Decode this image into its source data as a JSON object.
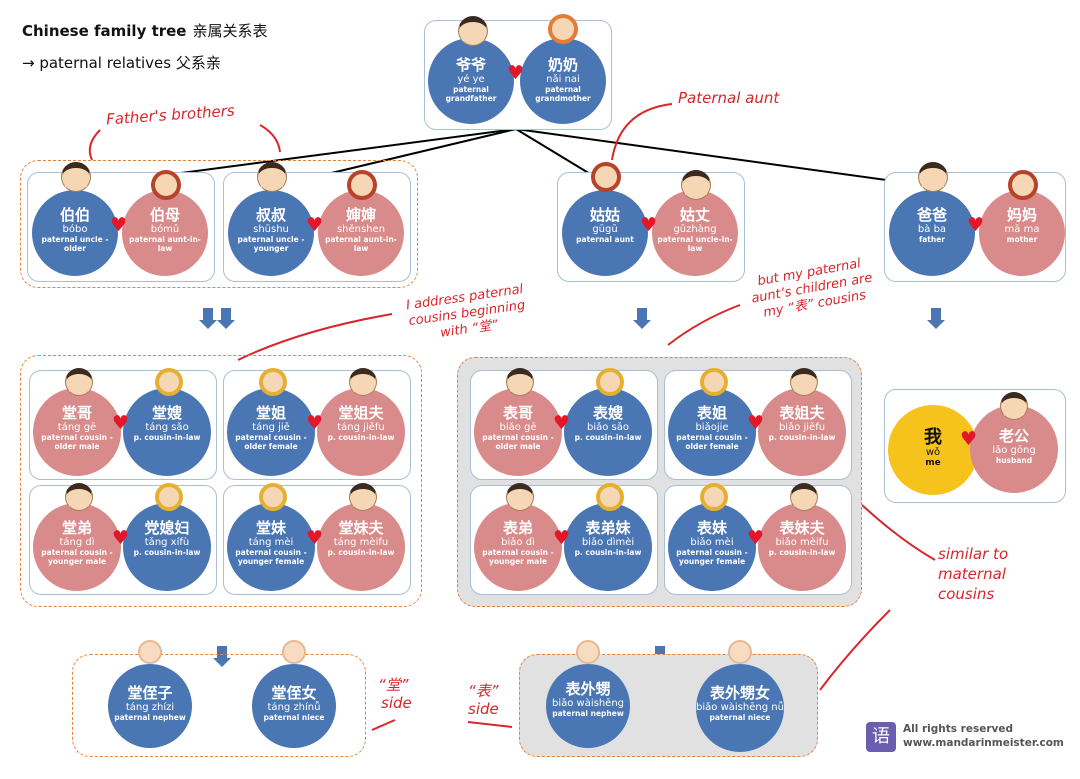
{
  "header": {
    "title": "Chinese family tree",
    "title_zh": "亲属关系表",
    "subtitle": "→ paternal relatives 父系亲"
  },
  "grandparents": {
    "left": {
      "zh": "爷爷",
      "py": "yé ye",
      "en": "paternal grandfather"
    },
    "right": {
      "zh": "奶奶",
      "py": "nǎi nai",
      "en": "paternal grandmother"
    }
  },
  "gen1": [
    {
      "left": {
        "zh": "伯伯",
        "py": "bóbo",
        "en": "paternal uncle -older"
      },
      "right": {
        "zh": "伯母",
        "py": "bómǔ",
        "en": "paternal aunt-in-law"
      }
    },
    {
      "left": {
        "zh": "叔叔",
        "py": "shūshu",
        "en": "paternal uncle -younger"
      },
      "right": {
        "zh": "婶婶",
        "py": "shěnshen",
        "en": "paternal aunt-in-law"
      }
    },
    {
      "left": {
        "zh": "姑姑",
        "py": "gūgū",
        "en": "paternal aunt"
      },
      "right": {
        "zh": "姑丈",
        "py": "gūzhàng",
        "en": "paternal uncle-in-law"
      }
    },
    {
      "left": {
        "zh": "爸爸",
        "py": "bà ba",
        "en": "father"
      },
      "right": {
        "zh": "妈妈",
        "py": "mā ma",
        "en": "mother"
      }
    }
  ],
  "tang_cousins": [
    {
      "left": {
        "zh": "堂哥",
        "py": "táng gē",
        "en": "paternal cousin -older male"
      },
      "right": {
        "zh": "堂嫂",
        "py": "táng sǎo",
        "en": "p. cousin-in-law"
      }
    },
    {
      "left": {
        "zh": "堂姐",
        "py": "táng jiě",
        "en": "paternal cousin -older female"
      },
      "right": {
        "zh": "堂姐夫",
        "py": "táng jiěfu",
        "en": "p. cousin-in-law"
      }
    },
    {
      "left": {
        "zh": "堂弟",
        "py": "táng dì",
        "en": "paternal cousin -younger male"
      },
      "right": {
        "zh": "党媳妇",
        "py": "tǎng xífù",
        "en": "p. cousin-in-law"
      }
    },
    {
      "left": {
        "zh": "堂妹",
        "py": "táng mèi",
        "en": "paternal cousin -younger female"
      },
      "right": {
        "zh": "堂妹夫",
        "py": "táng mèifu",
        "en": "p. cousin-in-law"
      }
    }
  ],
  "biao_cousins": [
    {
      "left": {
        "zh": "表哥",
        "py": "biǎo gē",
        "en": "paternal cousin -older male"
      },
      "right": {
        "zh": "表嫂",
        "py": "biǎo sǎo",
        "en": "p. cousin-in-law"
      }
    },
    {
      "left": {
        "zh": "表姐",
        "py": "biǎojie",
        "en": "paternal cousin -older female"
      },
      "right": {
        "zh": "表姐夫",
        "py": "biǎo jiěfu",
        "en": "p. cousin-in-law"
      }
    },
    {
      "left": {
        "zh": "表弟",
        "py": "biǎo dì",
        "en": "paternal cousin -younger male"
      },
      "right": {
        "zh": "表弟妹",
        "py": "biǎo dìmèi",
        "en": "p. cousin-in-law"
      }
    },
    {
      "left": {
        "zh": "表妹",
        "py": "biǎo mèi",
        "en": "paternal cousin -younger female"
      },
      "right": {
        "zh": "表妹夫",
        "py": "biǎo mèifu",
        "en": "p. cousin-in-law"
      }
    }
  ],
  "me": {
    "left": {
      "zh": "我",
      "py": "wǒ",
      "en": "me"
    },
    "right": {
      "zh": "老公",
      "py": "lǎo gōng",
      "en": "husband"
    }
  },
  "tang_children": [
    {
      "zh": "堂侄子",
      "py": "táng zhízi",
      "en": "paternal nephew"
    },
    {
      "zh": "堂侄女",
      "py": "táng zhínǚ",
      "en": "paternal niece"
    }
  ],
  "biao_children": [
    {
      "zh": "表外甥",
      "py": "biǎo wàishēng",
      "en": "paternal nephew"
    },
    {
      "zh": "表外甥女",
      "py": "biǎo wàishēng nǚ",
      "en": "paternal niece"
    }
  ],
  "notes": {
    "fathers_brothers": "Father's brothers",
    "paternal_aunt": "Paternal aunt",
    "tang_address": "I address paternal cousins beginning with “堂”",
    "biao_address": "but my paternal aunt’s children are my “表” cousins",
    "similar": "similar to maternal cousins",
    "tang_side_1": "“堂”",
    "tang_side_2": "side",
    "biao_side_1": "“表”",
    "biao_side_2": "side"
  },
  "footer": {
    "logo": "语",
    "line1": "All rights reserved",
    "line2": "www.mandarinmeister.com"
  },
  "colors": {
    "blue": "#4a76b4",
    "pink": "#d98a8a",
    "yellow": "#f5c31b",
    "heart": "#e2172a",
    "note_red": "#d9262a",
    "dash_orange": "#e8823a"
  }
}
